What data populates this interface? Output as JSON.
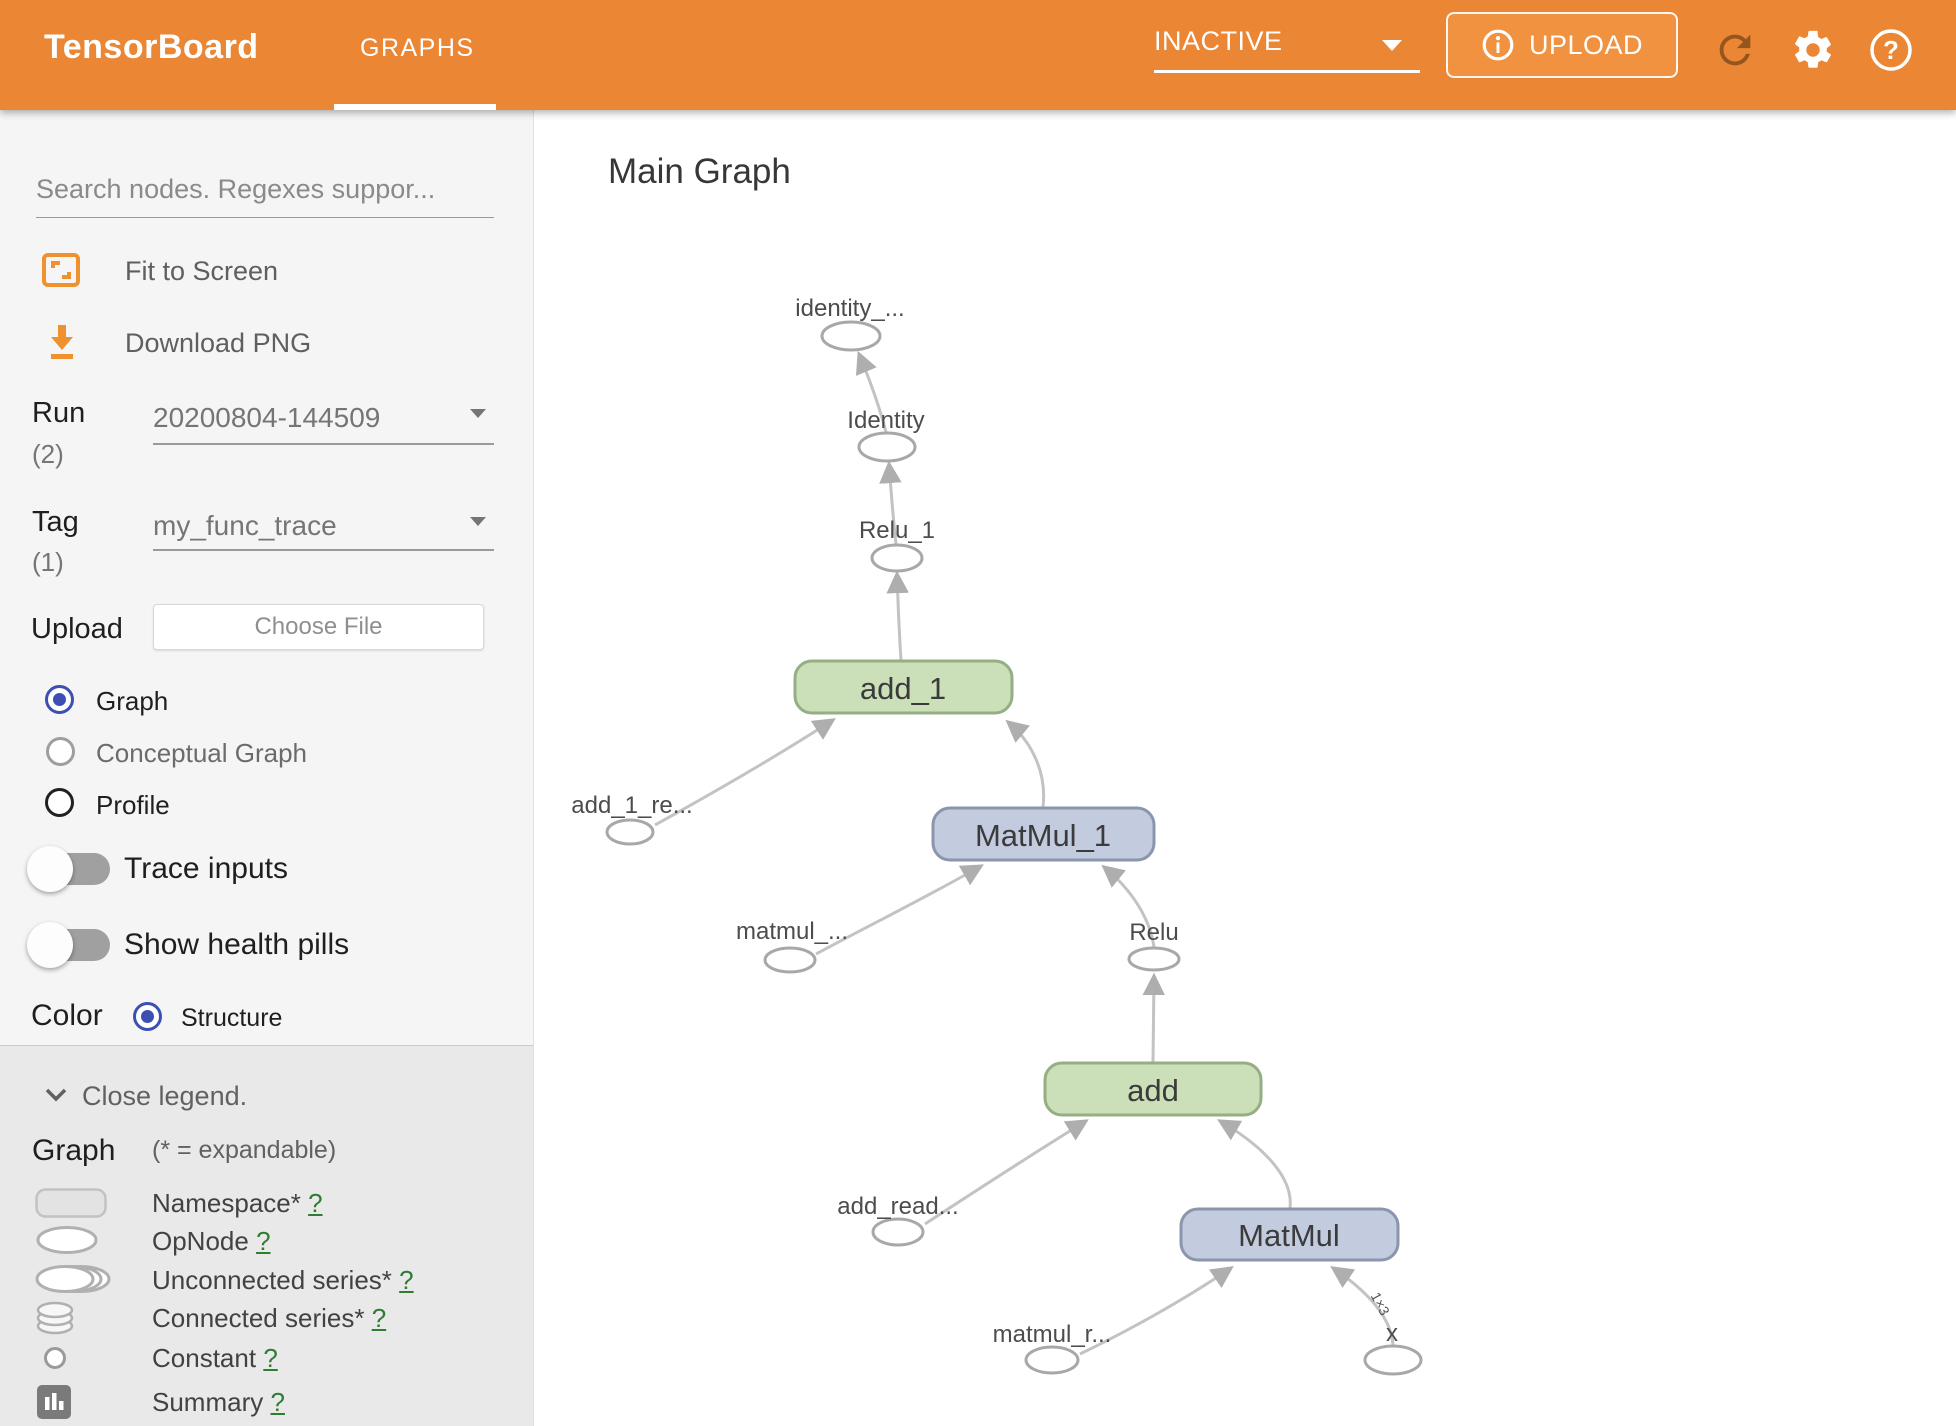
{
  "toolbar": {
    "title": "TensorBoard",
    "tab": "GRAPHS",
    "env_select_value": "INACTIVE",
    "upload_label": "UPLOAD"
  },
  "sidebar": {
    "search_placeholder": "Search nodes. Regexes suppor...",
    "fit_to_screen": "Fit to Screen",
    "download_png": "Download PNG",
    "run_label": "Run",
    "run_count": "(2)",
    "run_value": "20200804-144509",
    "tag_label": "Tag",
    "tag_count": "(1)",
    "tag_value": "my_func_trace",
    "upload_label": "Upload",
    "choose_file": "Choose File",
    "radio_graph": "Graph",
    "radio_conceptual": "Conceptual Graph",
    "radio_profile": "Profile",
    "trace_inputs": "Trace inputs",
    "show_health_pills": "Show health pills",
    "color_label": "Color",
    "color_structure": "Structure"
  },
  "legend": {
    "close": "Close legend.",
    "heading": "Graph",
    "expandable_note": "(* = expandable)",
    "items": [
      {
        "label": "Namespace*",
        "help": "?"
      },
      {
        "label": "OpNode",
        "help": "?"
      },
      {
        "label": "Unconnected series*",
        "help": "?"
      },
      {
        "label": "Connected series*",
        "help": "?"
      },
      {
        "label": "Constant",
        "help": "?"
      },
      {
        "label": "Summary",
        "help": "?"
      }
    ]
  },
  "graph": {
    "title": "Main Graph",
    "op_nodes": [
      {
        "label": "identity_..."
      },
      {
        "label": "Identity"
      },
      {
        "label": "Relu_1"
      },
      {
        "label": "add_1_re..."
      },
      {
        "label": "matmul_..."
      },
      {
        "label": "Relu"
      },
      {
        "label": "add_read..."
      },
      {
        "label": "matmul_r..."
      },
      {
        "label": "x"
      }
    ],
    "namespace_nodes": [
      {
        "label": "add_1"
      },
      {
        "label": "MatMul_1"
      },
      {
        "label": "add"
      },
      {
        "label": "MatMul"
      }
    ],
    "edge_label": "1×3"
  },
  "colors": {
    "toolbar_orange": "#ea8634",
    "node_green_fill": "#cbe0b9",
    "node_green_stroke": "#95ae84",
    "node_blue_fill": "#c3cbdf",
    "node_blue_stroke": "#8a96ac",
    "radio_selected_blue": "#3b4fb4",
    "help_link_green": "#2e7d32"
  }
}
